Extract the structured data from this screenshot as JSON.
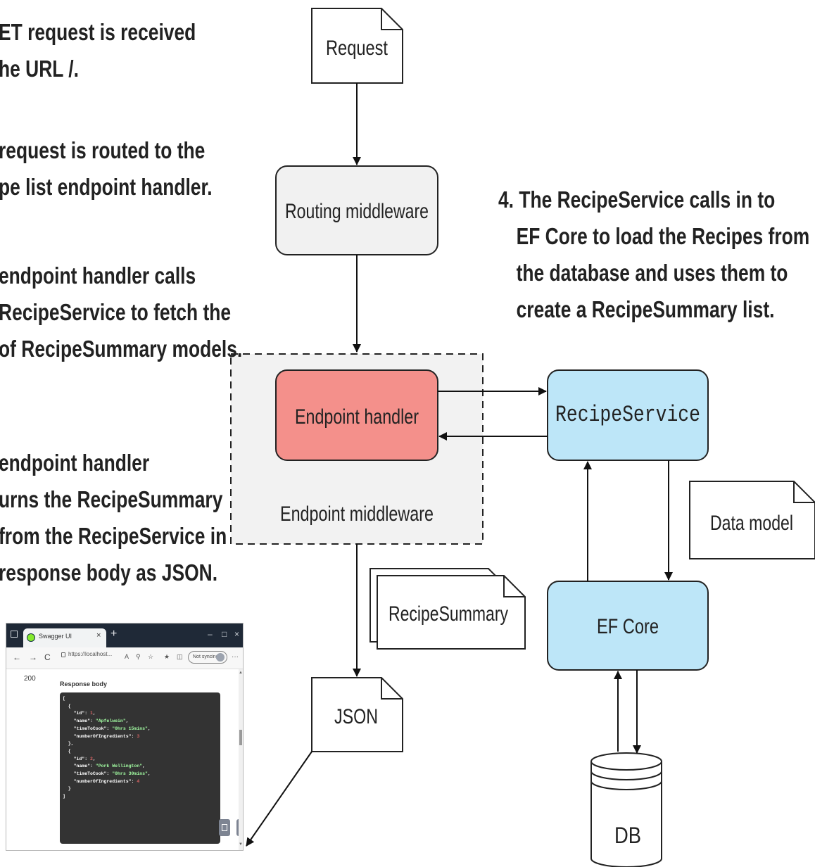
{
  "left_notes": {
    "step1": [
      "ET request is received",
      "he URL /."
    ],
    "step2": [
      "request is routed to the",
      "pe list endpoint handler."
    ],
    "step3": [
      "endpoint handler calls",
      "RecipeService to fetch the",
      "of RecipeSummary models."
    ],
    "step5": [
      "endpoint handler",
      "urns the RecipeSummary",
      "from the RecipeService in",
      "response body as JSON."
    ]
  },
  "step4_note": [
    "4. The RecipeService calls in to",
    "EF Core to load the Recipes from",
    "the database and uses them to",
    "create a RecipeSummary list."
  ],
  "nodes": {
    "request": "Request",
    "routing_middleware": "Routing middleware",
    "endpoint_handler": "Endpoint handler",
    "endpoint_middleware": "Endpoint middleware",
    "recipe_service": "RecipeService",
    "data_model": "Data model",
    "recipe_summary": "RecipeSummary",
    "ef_core": "EF Core",
    "json": "JSON",
    "db": "DB"
  },
  "colors": {
    "endpoint_handler_fill": "#f4908b",
    "service_fill": "#bde6f8",
    "routing_fill": "#f1f1f1",
    "middleware_container_fill": "#f2f2f2",
    "text": "#222222"
  },
  "browser": {
    "tab_title": "Swagger UI",
    "tab_close": "×",
    "new_tab": "+",
    "window_minimize": "–",
    "window_maximize": "□",
    "window_close": "×",
    "nav_back": "←",
    "nav_forward": "→",
    "nav_reload": "C",
    "address": "https://localhost...",
    "sync_label": "Not syncing",
    "more_menu": "···",
    "status_code": "200",
    "response_body_label": "Response body",
    "response_lines": [
      "[",
      "  {",
      "    \"id\": 1,",
      "    \"name\": \"Apfelwein\",",
      "    \"timeToCook\": \"0hrs 15mins\",",
      "    \"numberOfIngredients\": 3",
      "  },",
      "  {",
      "    \"id\": 2,",
      "    \"name\": \"Pork Wellington\",",
      "    \"timeToCook\": \"0hrs 30mins\",",
      "    \"numberOfIngredients\": 4",
      "  }",
      "]"
    ],
    "download_label": "Download"
  }
}
